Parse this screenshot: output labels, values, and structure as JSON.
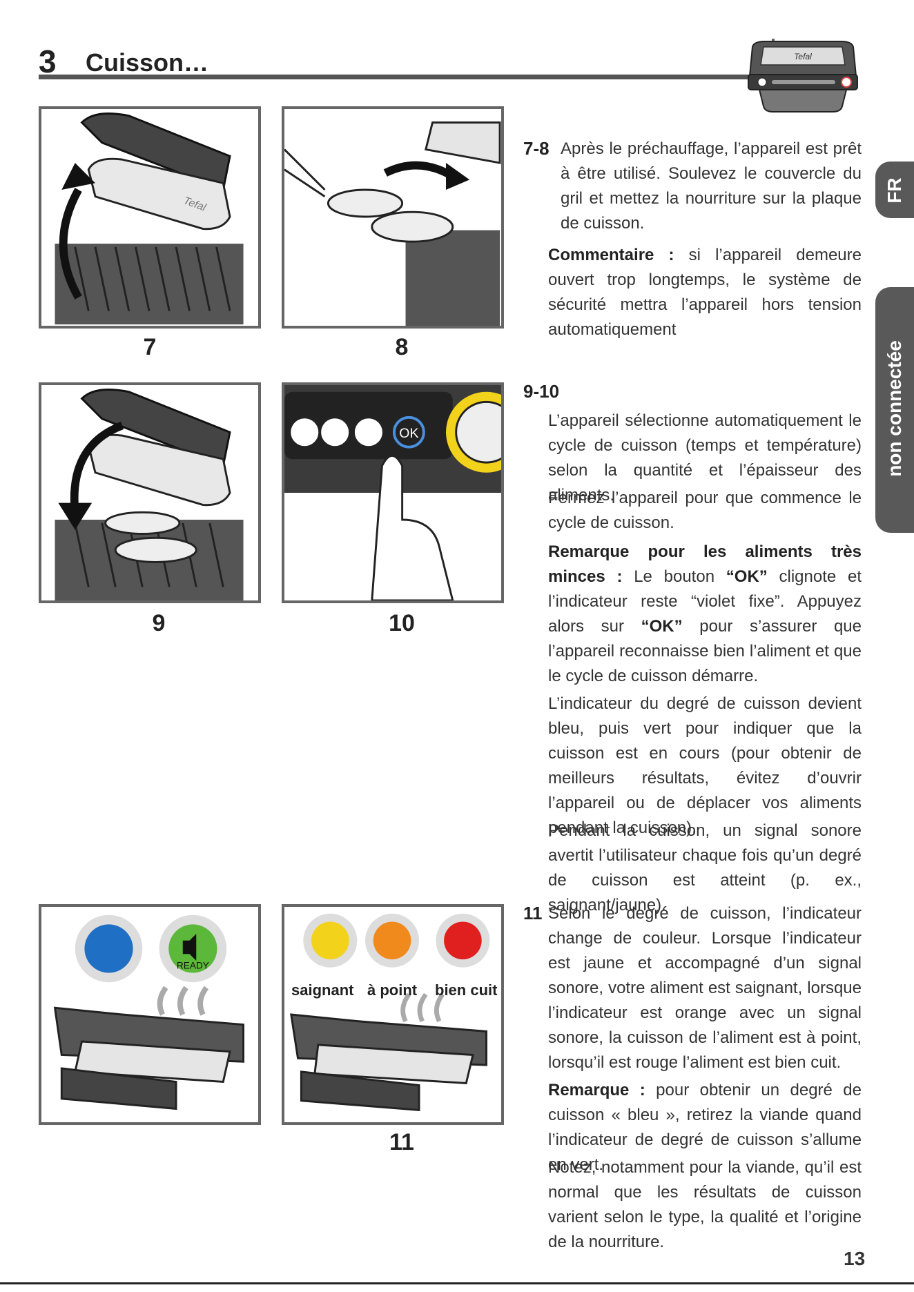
{
  "header": {
    "number": "3",
    "title": "Cuisson…"
  },
  "side_tabs": {
    "lang": "FR",
    "mode": "non connectée"
  },
  "figures": {
    "cap7": "7",
    "cap8": "8",
    "cap9": "9",
    "cap10": "10",
    "cap11": "11",
    "grill_brand": "Tefal",
    "ok_label": "OK",
    "ready": "READY",
    "ring_labels": [
      "saignant",
      "à point",
      "bien cuit"
    ]
  },
  "steps": {
    "s78": {
      "num": "7-8",
      "p1": "Après le préchauffage, l’appareil est prêt à être utilisé. Soulevez le couvercle du gril et mettez la nourriture sur la plaque de cuisson.",
      "p2_label": "Commentaire :",
      "p2": " si l’appareil demeure ouvert trop longtemps, le système de sécurité mettra l’appareil hors tension automatiquement"
    },
    "s910": {
      "num": "9-10",
      "p1": "L’appareil sélectionne automatiquement le cycle de cuisson (temps et température) selon la quantité et l’épaisseur des aliments.",
      "p2": "Fermez l’appareil pour que commence le cycle de cuisson.",
      "p3_label": "Remarque pour les aliments très minces :",
      "p3_a": " Le bouton ",
      "p3_ok1": "“OK”",
      "p3_b": " clignote et l’indicateur reste “violet fixe”.  Appuyez alors sur ",
      "p3_ok2": "“OK”",
      "p3_c": " pour s’assurer que l’appareil reconnaisse bien l’aliment et que le cycle de cuisson démarre.",
      "p4": "L’indicateur du degré de cuisson devient bleu, puis vert pour indiquer que la cuisson est en cours (pour obtenir de meilleurs résultats, évitez d’ouvrir l’appareil ou de déplacer vos aliments pendant la cuisson).",
      "p5": "Pendant la cuisson, un signal sonore avertit l’utilisateur chaque fois qu’un degré de cuisson est atteint (p. ex., saignant/jaune)."
    },
    "s11": {
      "num": "11",
      "p1": "Selon le degré de cuisson, l’indicateur change de couleur. Lorsque l’indicateur est jaune et accompagné d’un signal sonore, votre aliment est saignant, lorsque l’indicateur est orange avec un signal sonore, la cuisson de l’aliment est à point, lorsqu’il est rouge l’aliment est bien cuit.",
      "p2_label": "Remarque :",
      "p2": " pour obtenir un degré de cuisson « bleu », retirez la viande quand l’indicateur de degré de cuisson s’allume en vert.",
      "p3": "Notez, notamment pour la viande, qu’il est normal que les résultats de cuisson varient selon le type, la qualité et l’origine de la nourriture."
    }
  },
  "page_number": "13",
  "colors": {
    "accent": "#595959",
    "rare": "#f2d21b",
    "medium": "#f08a1c",
    "well": "#e0201e",
    "blue": "#1f6fc4",
    "green": "#5cb83a"
  }
}
